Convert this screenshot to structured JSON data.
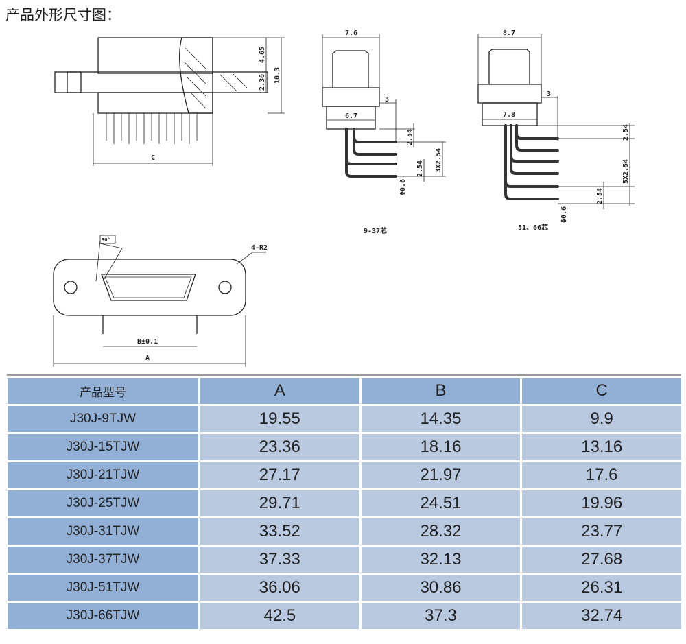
{
  "title": "产品外形尺寸图：",
  "drawings": {
    "side": {
      "d1": "4.65",
      "d2": "2.36",
      "d3": "10.3",
      "c": "C"
    },
    "small": {
      "w1": "7.6",
      "w2": "6.7",
      "o": "3",
      "p1": "2.54",
      "p2": "3X2.54",
      "p3": "2.54",
      "dia": "Φ0.6",
      "caption": "9-37芯"
    },
    "large": {
      "w1": "8.7",
      "w2": "7.8",
      "o": "3",
      "p1": "2.54",
      "p2": "5X2.54",
      "p3": "2.54",
      "dia": "Φ0.6",
      "caption": "51、66芯"
    },
    "front": {
      "angle": "90°",
      "radius": "4-R2",
      "b": "B±0.1",
      "a": "A"
    }
  },
  "table": {
    "headers": [
      "产品型号",
      "A",
      "B",
      "C"
    ],
    "rows": [
      [
        "J30J-9TJW",
        "19.55",
        "14.35",
        "9.9"
      ],
      [
        "J30J-15TJW",
        "23.36",
        "18.16",
        "13.16"
      ],
      [
        "J30J-21TJW",
        "27.17",
        "21.97",
        "17.6"
      ],
      [
        "J30J-25TJW",
        "29.71",
        "24.51",
        "19.96"
      ],
      [
        "J30J-31TJW",
        "33.52",
        "28.32",
        "23.77"
      ],
      [
        "J30J-37TJW",
        "37.33",
        "32.13",
        "27.68"
      ],
      [
        "J30J-51TJW",
        "36.06",
        "30.86",
        "26.31"
      ],
      [
        "J30J-66TJW",
        "42.5",
        "37.3",
        "32.74"
      ]
    ]
  }
}
